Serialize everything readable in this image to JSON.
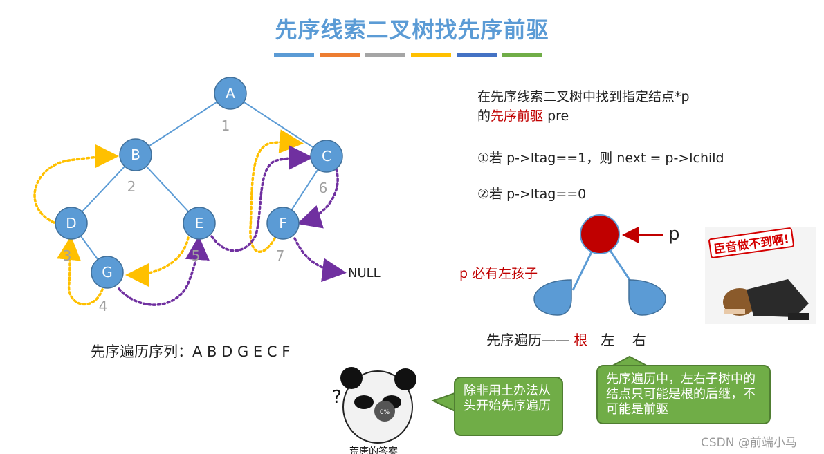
{
  "title": "先序线索二叉树找先序前驱",
  "color_bar": [
    "#5b9bd5",
    "#ed7d31",
    "#a5a5a5",
    "#ffc000",
    "#4472c4",
    "#70ad47"
  ],
  "tree": {
    "nodes": [
      {
        "id": "A",
        "order": "1"
      },
      {
        "id": "B",
        "order": "2"
      },
      {
        "id": "C",
        "order": "6"
      },
      {
        "id": "D",
        "order": "3"
      },
      {
        "id": "E",
        "order": "5"
      },
      {
        "id": "F",
        "order": "7"
      },
      {
        "id": "G",
        "order": "4"
      }
    ],
    "null_label": "NULL",
    "node_color": "#5b9bd5",
    "yellow_thread_color": "#ffc000",
    "purple_thread_color": "#7030a0"
  },
  "preorder_sequence": "先序遍历序列：A B D G E C F",
  "description": {
    "line1": "在先序线索二叉树中找到指定结点*p",
    "line2_prefix": "的",
    "line2_red": "先序前驱",
    "line2_suffix": " pre"
  },
  "rule1": "①若 p->ltag==1，则 next = p->lchild",
  "rule2": "②若 p->ltag==0",
  "p_label": "p",
  "left_child_note": "p 必有左孩子",
  "preorder_rule": {
    "prefix": "先序遍历—— ",
    "root": "根",
    "rest": "   左    右"
  },
  "bubble_right": "先序遍历中，左右子树中的结点只可能是根的后继，不可能是前驱",
  "bubble_left": "除非用土办法从头开始先序遍历",
  "meme_panda_caption": "荒唐的答案",
  "meme_panda_badge": "0%",
  "meme_panda_question": "?",
  "meme_bow_text": "臣音做不到啊!",
  "watermark": "CSDN @前端小马"
}
